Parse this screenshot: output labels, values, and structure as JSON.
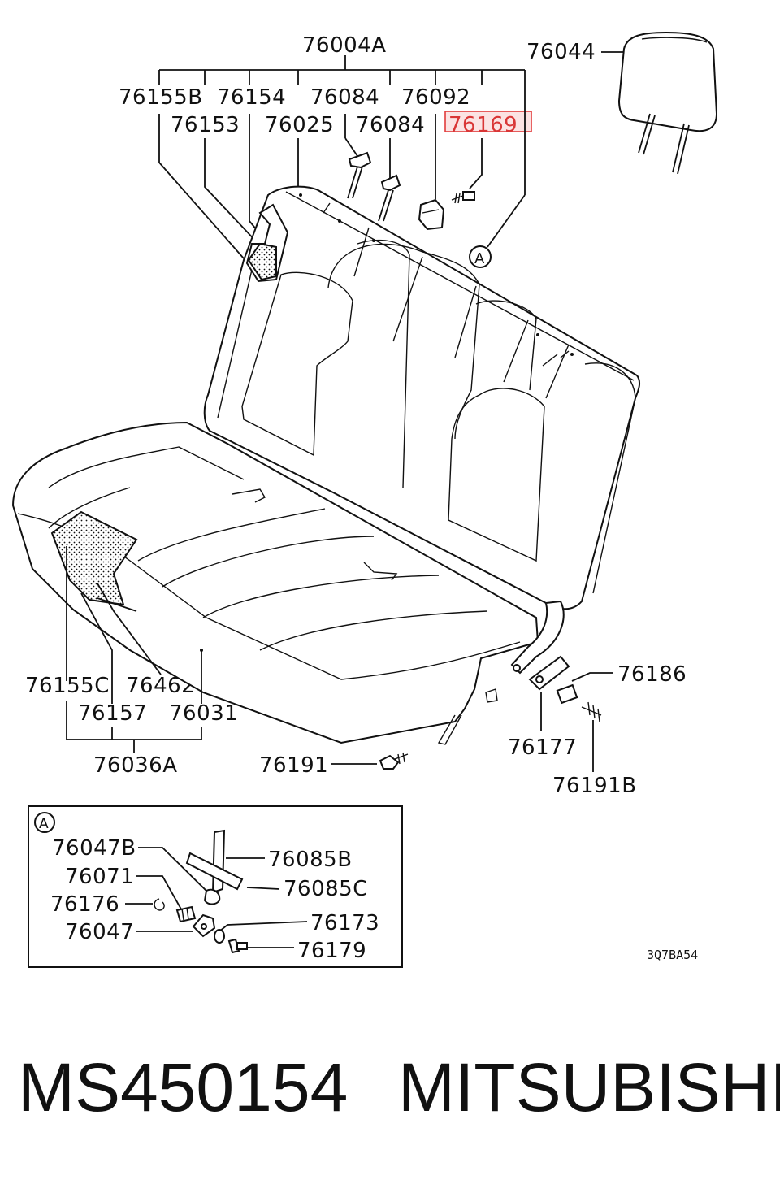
{
  "labels": {
    "l_76004A": "76004A",
    "l_76044": "76044",
    "l_76155B": "76155B",
    "l_76154": "76154",
    "l_76084a": "76084",
    "l_76092": "76092",
    "l_76153": "76153",
    "l_76025": "76025",
    "l_76084b": "76084",
    "l_76169": "76169",
    "l_A_main": "A",
    "l_76155C": "76155C",
    "l_76462": "76462",
    "l_76157": "76157",
    "l_76031": "76031",
    "l_76036A": "76036A",
    "l_76191": "76191",
    "l_76186": "76186",
    "l_76177": "76177",
    "l_76191B": "76191B"
  },
  "inset": {
    "badge": "A",
    "l_76047B": "76047B",
    "l_76071": "76071",
    "l_76176": "76176",
    "l_76047": "76047",
    "l_76085B": "76085B",
    "l_76085C": "76085C",
    "l_76173": "76173",
    "l_76179": "76179"
  },
  "diagram_code": "3Q7BA54",
  "footer": {
    "part_number": "MS450154",
    "brand": "MITSUBISHI"
  },
  "highlight_color": "#e23b3b"
}
